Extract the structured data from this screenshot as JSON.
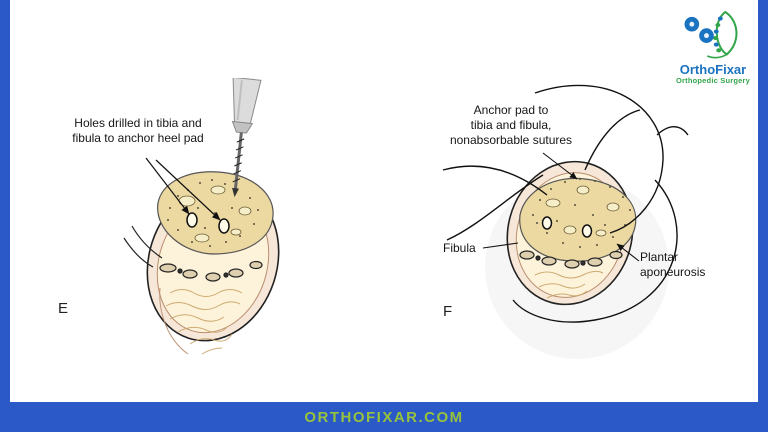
{
  "brand": {
    "name": "OrthoFixar",
    "tagline": "Orthopedic Surgery",
    "footer": "ORTHOFIXAR.COM"
  },
  "colors": {
    "frame_blue": "#2b59c7",
    "footer_green": "#96c23d",
    "logo_blue": "#1a73c1",
    "logo_green": "#33a64c",
    "bone_fill": "#ecd9a2",
    "pad_fill": "#fdf3da",
    "skin_fill": "#f7e7d9"
  },
  "panel_e": {
    "letter": "E",
    "label_lines": [
      "Holes drilled in tibia and",
      "fibula to anchor heel pad"
    ]
  },
  "panel_f": {
    "letter": "F",
    "label_top_lines": [
      "Anchor pad to",
      "tibia and fibula,",
      "nonabsorbable sutures"
    ],
    "label_fibula": "Fibula",
    "label_plantar": "Plantar aponeurosis"
  }
}
